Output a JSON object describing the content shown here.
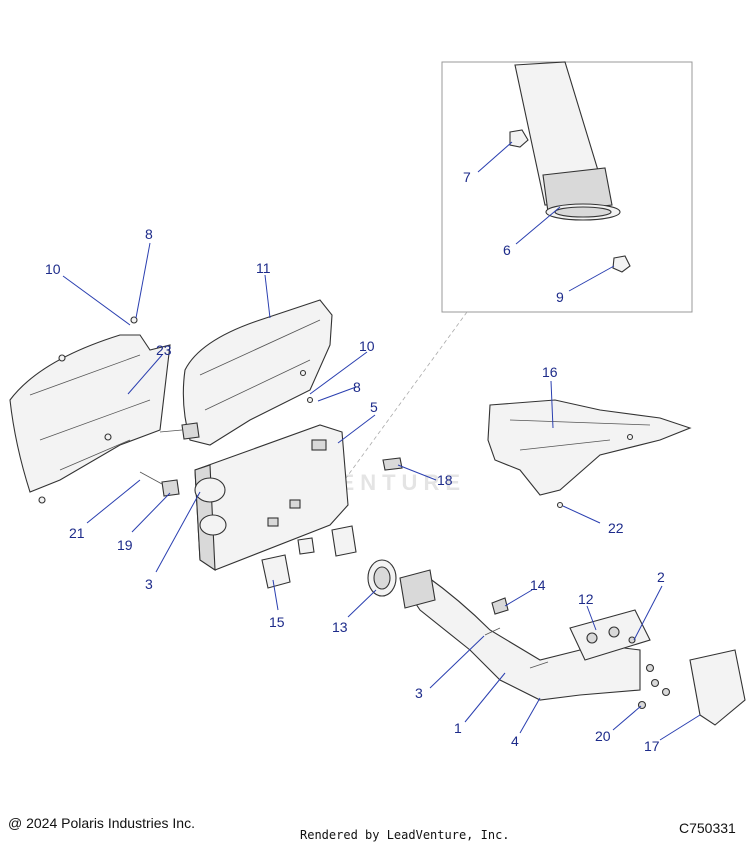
{
  "copyright": "@ 2024 Polaris Industries Inc.",
  "rendered_by": "Rendered by LeadVenture, Inc.",
  "diagram_code": "C750331",
  "watermark": "LEADVENTURE",
  "callouts": {
    "c1": "1",
    "c2": "2",
    "c3a": "3",
    "c3b": "3",
    "c4": "4",
    "c5": "5",
    "c6": "6",
    "c7": "7",
    "c8a": "8",
    "c8b": "8",
    "c9": "9",
    "c10a": "10",
    "c10b": "10",
    "c11": "11",
    "c12": "12",
    "c13": "13",
    "c14": "14",
    "c15": "15",
    "c16": "16",
    "c17": "17",
    "c18": "18",
    "c19": "19",
    "c20": "20",
    "c21": "21",
    "c22": "22",
    "c23": "23"
  }
}
